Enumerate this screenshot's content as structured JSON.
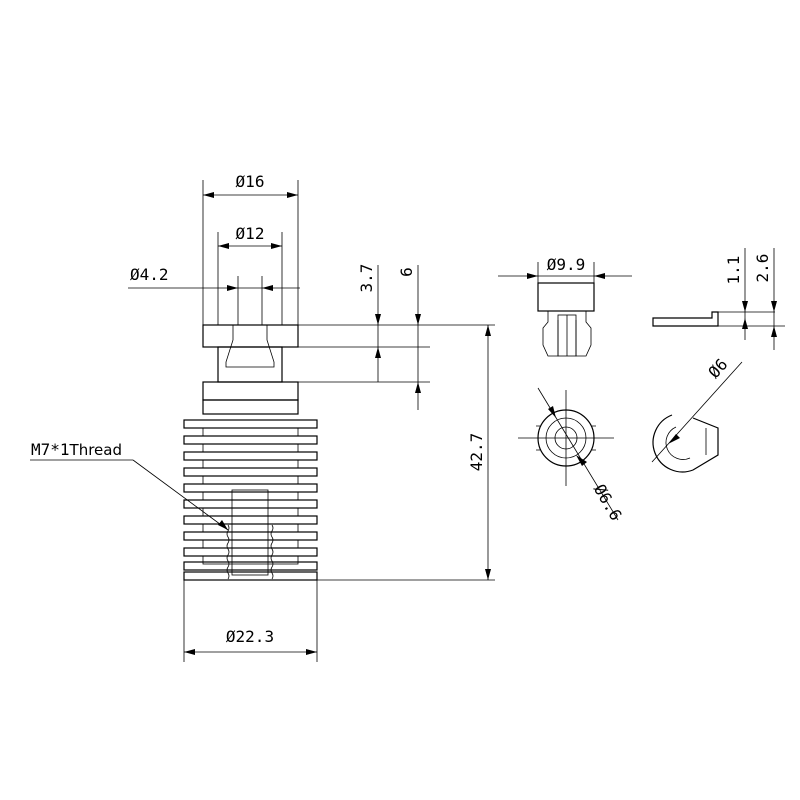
{
  "dimensions": {
    "d16": "Ø16",
    "d12": "Ø12",
    "d4_2": "Ø4.2",
    "h3_7": "3.7",
    "h6": "6",
    "h42_7": "42.7",
    "d22_3": "Ø22.3",
    "d9_9": "Ø9.9",
    "d6_6": "Ø6.6",
    "d6": "Ø6",
    "h1_1": "1.1",
    "h2_6": "2.6"
  },
  "thread_label": {
    "spec": "M7*1",
    "word": "Thread"
  },
  "colors": {
    "line": "#000000",
    "background": "#ffffff"
  }
}
